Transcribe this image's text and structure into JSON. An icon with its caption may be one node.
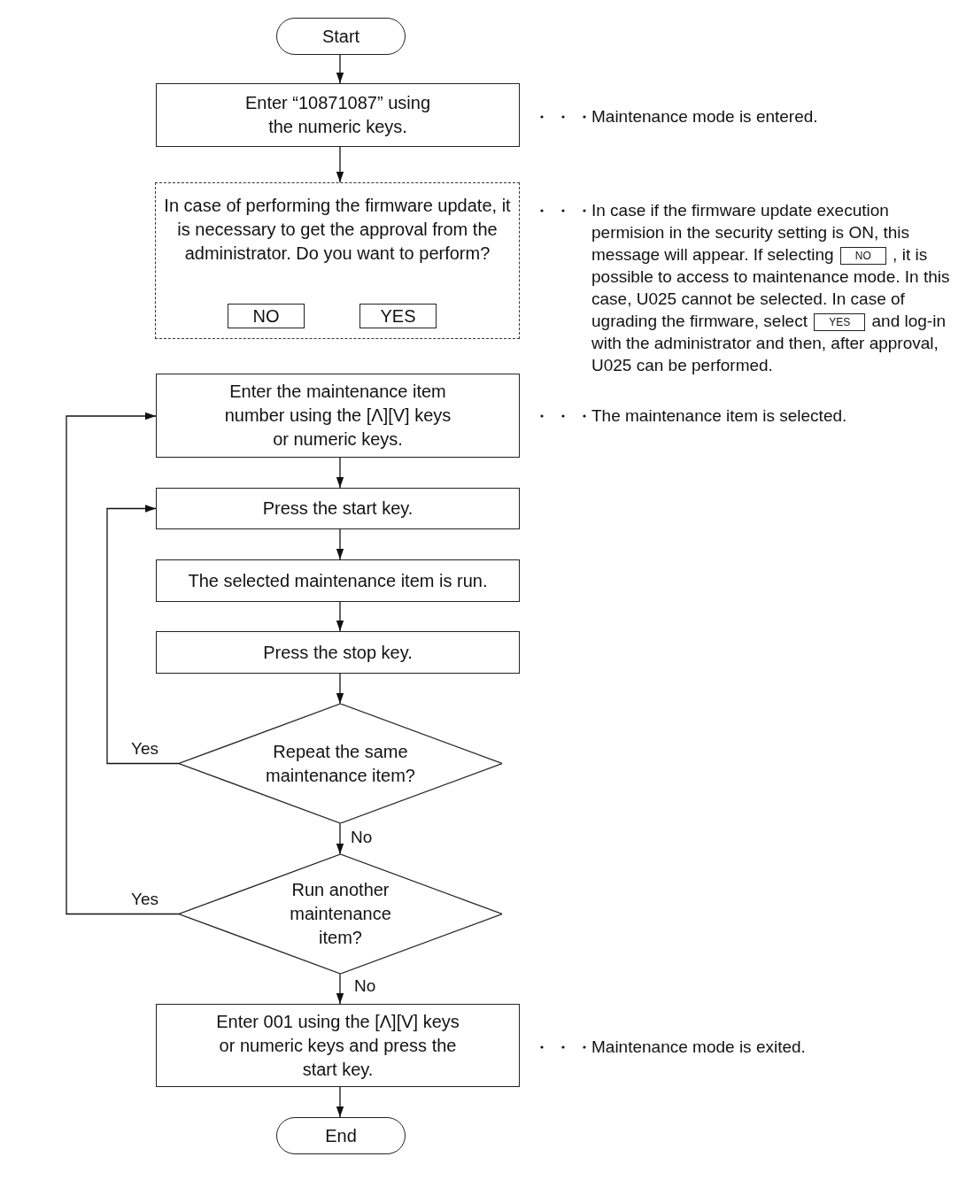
{
  "diagram": {
    "nodes": [
      {
        "text": [
          "Start"
        ]
      },
      {
        "text": [
          "Enter “10871087” using the numeric keys."
        ]
      },
      {
        "text": [
          "In case of performing the firmware update, it is necessary to get the approval from the administrator. Do you want to perform?"
        ]
      },
      {
        "text": [
          "NO"
        ],
        "in": 2
      },
      {
        "text": [
          "YES"
        ],
        "in": 2
      },
      {
        "text": [
          "Enter the maintenance item number using the [Λ][V] keys or numeric keys."
        ]
      },
      {
        "text": [
          "Press the start key."
        ]
      },
      {
        "text": [
          "The selected maintenance item is run."
        ]
      },
      {
        "text": [
          "Press the stop key."
        ]
      },
      {
        "text": [
          "Repeat the same maintenance item?"
        ]
      },
      {
        "text": [
          "Run another maintenance item?"
        ]
      },
      {
        "text": [
          "Enter 001 using the [Λ][V] keys or numeric keys and press the start key."
        ]
      },
      {
        "text": [
          "End"
        ]
      }
    ],
    "edges": [
      {
        "from": 0,
        "to": 1,
        "arrow": "to"
      },
      {
        "from": 1,
        "to": 2,
        "arrow": "to"
      },
      {
        "from": 5,
        "to": 6,
        "arrow": "to"
      },
      {
        "from": 6,
        "to": 7,
        "arrow": "to"
      },
      {
        "from": 7,
        "to": 8,
        "arrow": "to"
      },
      {
        "from": 8,
        "to": 9,
        "arrow": "to"
      },
      {
        "from": 9,
        "to": 10,
        "arrow": "to",
        "label": "No"
      },
      {
        "from": 9,
        "to": 6,
        "arrow": "to",
        "label": "Yes"
      },
      {
        "from": 10,
        "to": 11,
        "arrow": "to",
        "label": "No"
      },
      {
        "from": 10,
        "to": 5,
        "arrow": "to",
        "label": "Yes"
      },
      {
        "from": 11,
        "to": 12,
        "arrow": "to"
      }
    ],
    "labels": [
      "Maintenance mode is entered.",
      "In case if the firmware update execution permision in the security setting is ON, this message will appear. If selecting",
      "NO",
      ", it is possible to access to maintenance mode. In this case, U025 cannot be selected. In case of ugrading the firmware, select",
      "YES",
      "and log-in with the administrator and then, after approval, U025 can be performed.",
      "The maintenance item is selected.",
      "Maintenance mode is exited."
    ]
  }
}
